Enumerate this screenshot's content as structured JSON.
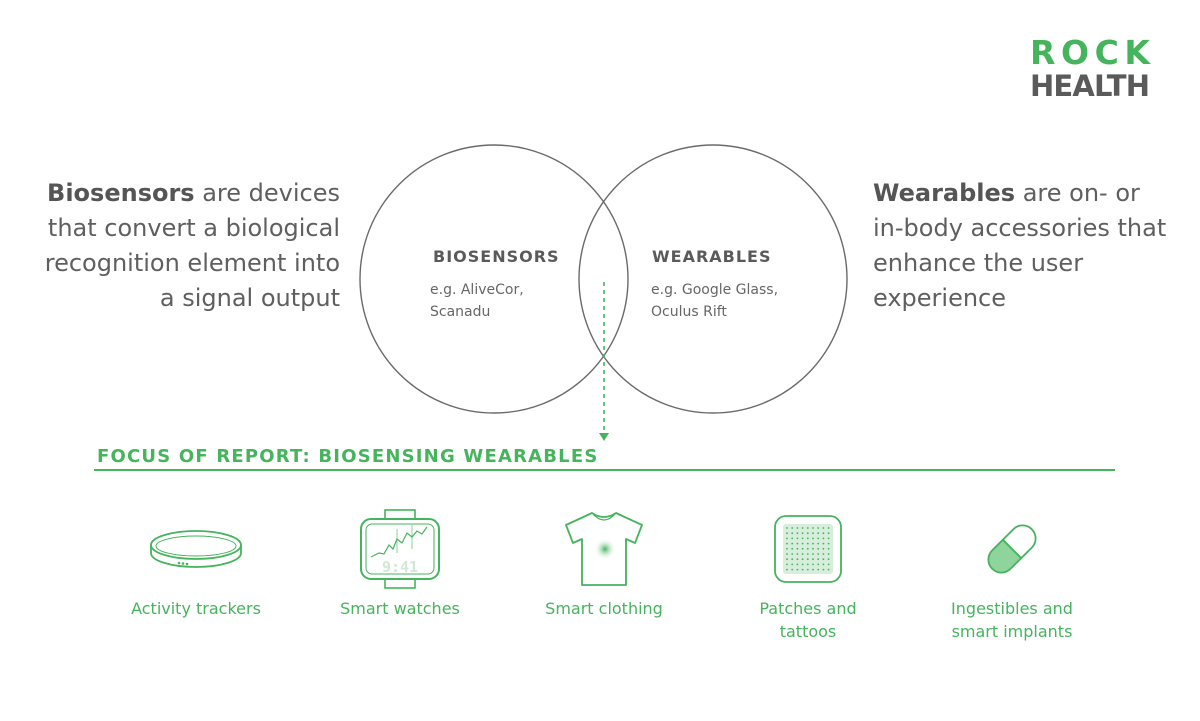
{
  "logo": {
    "line1": "ROCK",
    "line2": "HEALTH"
  },
  "left_desc": {
    "bold": "Biosensors",
    "rest": " are devices that convert a biological recognition element into a signal output"
  },
  "right_desc": {
    "bold": "Wearables",
    "rest": " are on- or in-body accessories that enhance the user experience"
  },
  "venn": {
    "left": {
      "title": "BIOSENSORS",
      "example_line1": "e.g. AliveCor,",
      "example_line2": "Scanadu"
    },
    "right": {
      "title": "WEARABLES",
      "example_line1": "e.g. Google Glass,",
      "example_line2": "Oculus Rift"
    }
  },
  "focus_title": "FOCUS OF REPORT: BIOSENSING WEARABLES",
  "categories": [
    {
      "label": "Activity trackers",
      "icon": "band-icon"
    },
    {
      "label": "Smart watches",
      "icon": "watch-icon",
      "watch_time": "9:41"
    },
    {
      "label": "Smart clothing",
      "icon": "tshirt-icon"
    },
    {
      "label": "Patches and\ntattoos",
      "icon": "patch-icon"
    },
    {
      "label": "Ingestibles and\nsmart implants",
      "icon": "pill-icon"
    }
  ],
  "colors": {
    "green": "#46b35d",
    "gray_text": "#5f5f5f",
    "circle_stroke": "#6a6a6a"
  }
}
